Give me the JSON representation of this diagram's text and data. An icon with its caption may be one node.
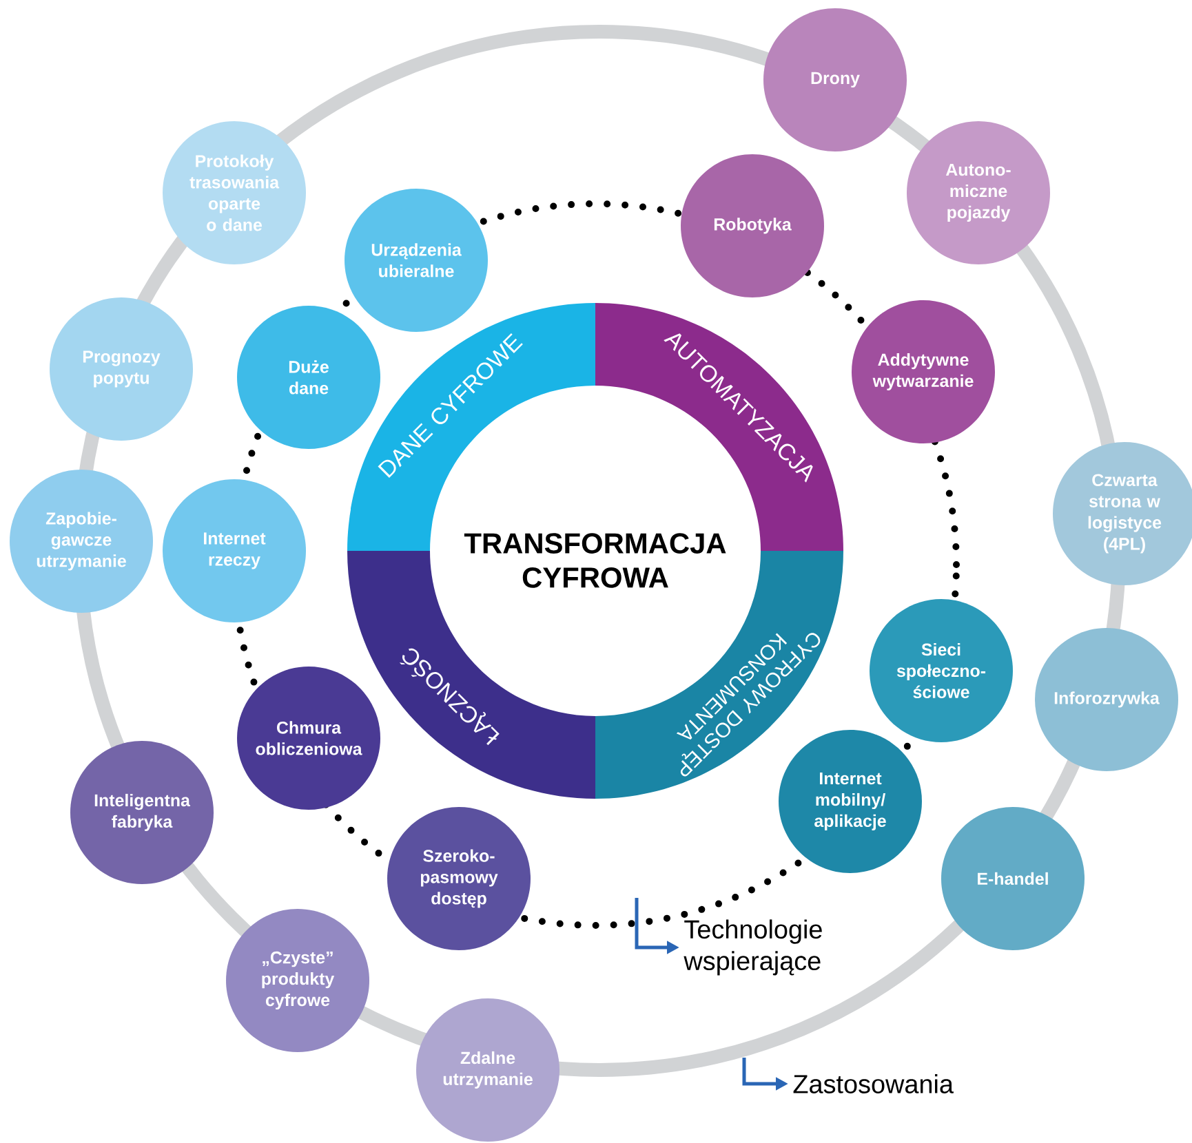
{
  "diagram": {
    "nodes": [
      {
        "text": [
          "DANE CYFROWE"
        ]
      },
      {
        "text": [
          "AUTOMATYZACJA"
        ]
      },
      {
        "text": [
          "CYFROWY DOSTĘP KONSUMENTA"
        ]
      },
      {
        "text": [
          "ŁĄCZNOŚĆ"
        ]
      },
      {
        "text": [
          "Robotyka"
        ]
      },
      {
        "text": [
          "Addytywne wytwarzanie"
        ]
      },
      {
        "text": [
          "Sieci społeczno- ściowe"
        ]
      },
      {
        "text": [
          "Internet mobilny/ aplikacje"
        ]
      },
      {
        "text": [
          "Szeroko- pasmowy dostęp"
        ]
      },
      {
        "text": [
          "Chmura obliczeniowa"
        ]
      },
      {
        "text": [
          "Internet rzeczy"
        ]
      },
      {
        "text": [
          "Duże dane"
        ]
      },
      {
        "text": [
          "Urządzenia ubieralne"
        ]
      },
      {
        "text": [
          "Drony"
        ]
      },
      {
        "text": [
          "Autono- miczne pojazdy"
        ]
      },
      {
        "text": [
          "Czwarta strona w logistyce (4PL)"
        ]
      },
      {
        "text": [
          "Inforozrywka"
        ]
      },
      {
        "text": [
          "E-handel"
        ]
      },
      {
        "text": [
          "Zdalne utrzymanie"
        ]
      },
      {
        "text": [
          "„Czyste” produkty cyfrowe"
        ]
      },
      {
        "text": [
          "Inteligentna fabryka"
        ]
      },
      {
        "text": [
          "Zapobie- gawcze utrzymanie"
        ]
      },
      {
        "text": [
          "Prognozy popytu"
        ]
      },
      {
        "text": [
          "Protokoły trasowania oparte o dane"
        ]
      },
      {
        "text": [
          "Technologie wspierające"
        ]
      },
      {
        "text": [
          "Zastosowania"
        ]
      }
    ],
    "edges": [
      {
        "from": null,
        "to": 24,
        "arrow": "to"
      },
      {
        "from": null,
        "to": 25,
        "arrow": "to"
      }
    ],
    "labels": [
      "TRANSFORMACJA CYFROWA"
    ]
  }
}
